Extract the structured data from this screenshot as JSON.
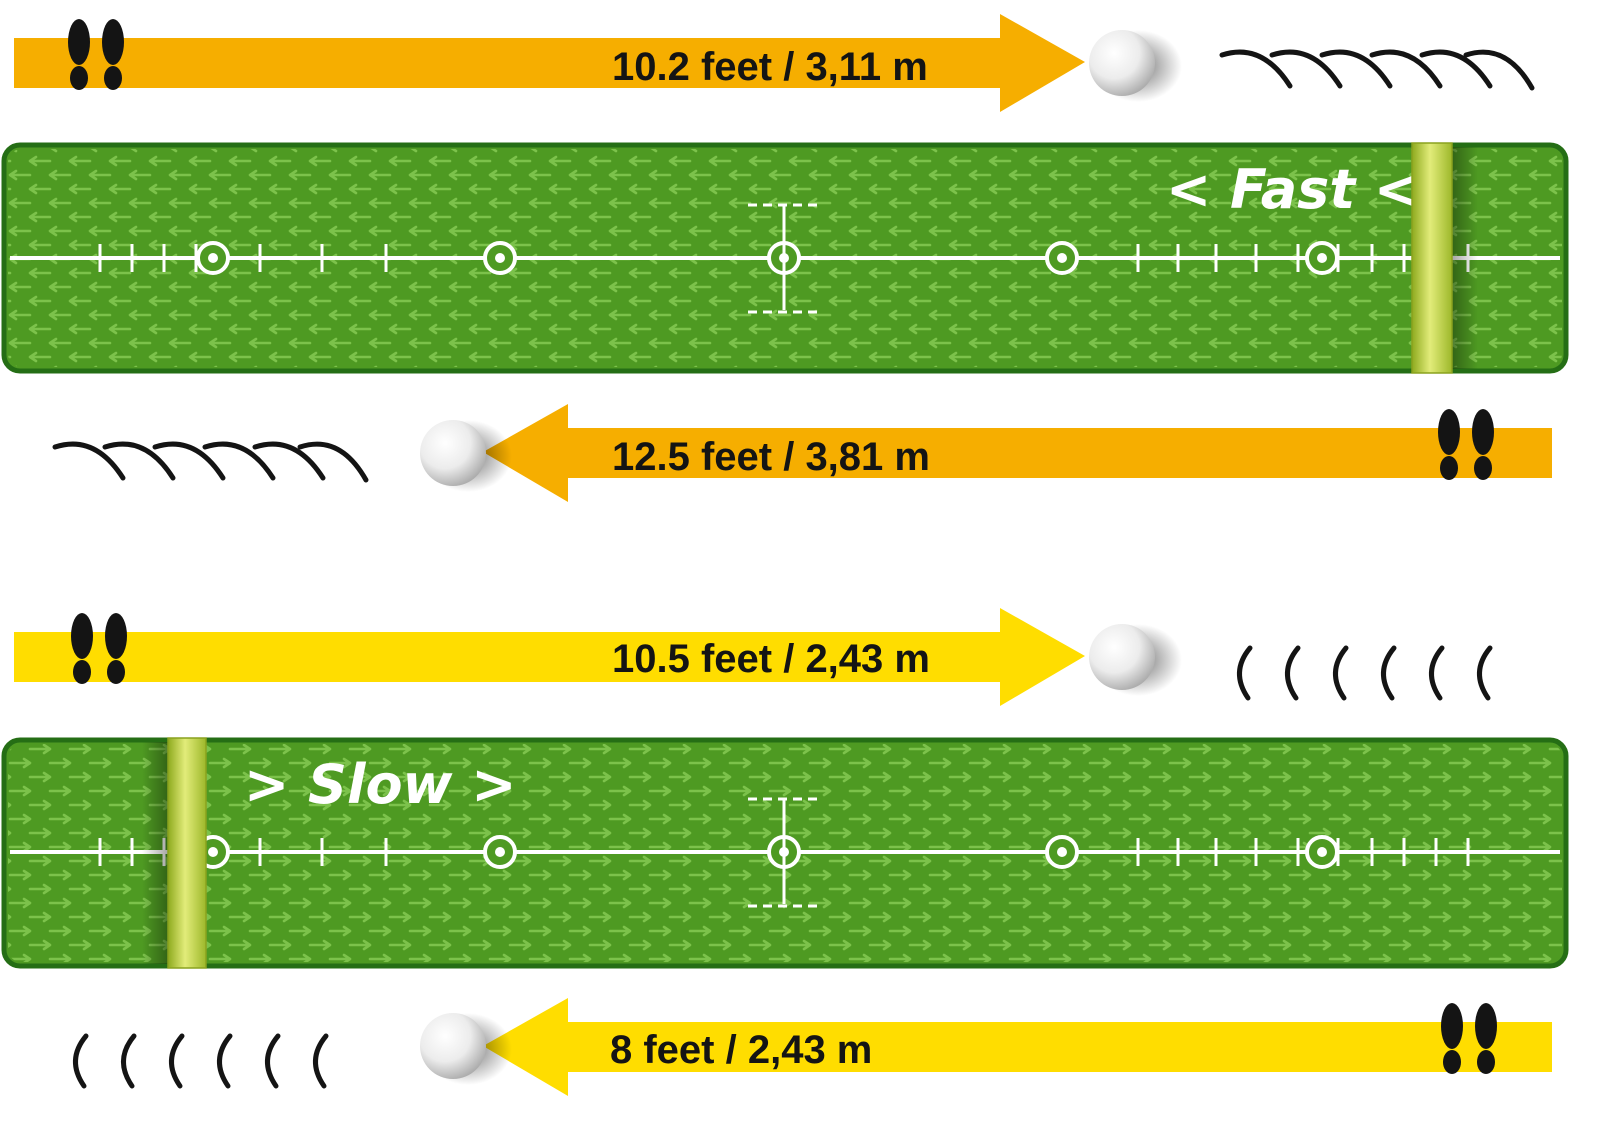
{
  "labels": {
    "top_arrow": "10.2 feet / 3,11 m",
    "mid_arrow_1": "12.5 feet / 3,81 m",
    "mid_arrow_2": "10.5 feet / 2,43 m",
    "bottom_arrow": "8 feet / 2,43 m"
  },
  "mats": {
    "fast": {
      "label": "< Fast <"
    },
    "slow": {
      "label": "> Slow >"
    }
  },
  "colors": {
    "orange": "#F6AE00",
    "yellow": "#FFDD00",
    "mat_green": "#4E9A22",
    "mat_border": "#256E15",
    "mat_arrow": "#7CC24B",
    "bumper": "#C3D742",
    "line": "#FFFFFF",
    "ink": "#141414"
  },
  "icons": [
    "footprints-icon",
    "golf-ball-icon",
    "roll-trail-icon",
    "bounce-trail-icon"
  ]
}
